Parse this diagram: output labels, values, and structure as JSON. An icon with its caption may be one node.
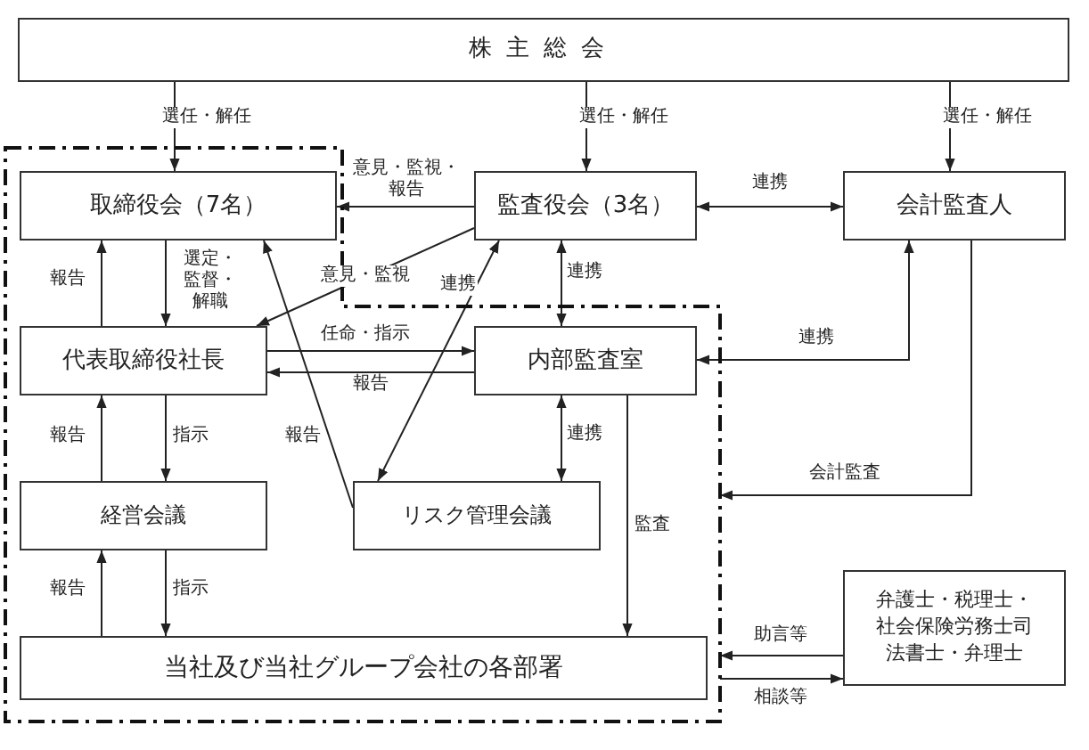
{
  "diagram": {
    "nodes": [
      {
        "text": [
          "株主総会"
        ]
      },
      {
        "text": [],
        "shape": "box"
      },
      {
        "text": [
          "取締役会（7名）"
        ],
        "in": 1
      },
      {
        "text": [
          "監査役会（3名）"
        ]
      },
      {
        "text": [
          "会計監査人"
        ]
      },
      {
        "text": [
          "代表取締役社長"
        ],
        "in": 1
      },
      {
        "text": [
          "内部監査室"
        ],
        "in": 1
      },
      {
        "text": [
          "経営会議"
        ],
        "in": 1
      },
      {
        "text": [
          "リスク管理会議"
        ],
        "in": 1
      },
      {
        "text": [
          "当社及び当社グループ会社の各部署"
        ],
        "in": 1
      },
      {
        "text": [
          "弁護士・税理士・社会保険労務士司法書士・弁理士"
        ]
      }
    ],
    "edges": [
      {
        "from": 0,
        "to": 2,
        "arrow": "to",
        "label": "選任・解任"
      },
      {
        "from": 0,
        "to": 3,
        "arrow": "to",
        "label": "選任・解任"
      },
      {
        "from": 0,
        "to": 4,
        "arrow": "to",
        "label": "選任・解任"
      },
      {
        "from": 3,
        "to": 2,
        "arrow": "to",
        "label": "意見・監視・報告"
      },
      {
        "from": 3,
        "to": 5,
        "arrow": "to",
        "label": "意見・監視"
      },
      {
        "from": 3,
        "to": 4,
        "arrow": "both",
        "label": "連携"
      },
      {
        "from": 3,
        "to": 6,
        "arrow": "both",
        "label": "連携"
      },
      {
        "from": 8,
        "to": 3,
        "arrow": "both",
        "label": "連携"
      },
      {
        "from": 5,
        "to": 2,
        "arrow": "to",
        "label": "報告"
      },
      {
        "from": 2,
        "to": 5,
        "arrow": "to",
        "label": "選定・監督・解職"
      },
      {
        "from": 8,
        "to": 2,
        "arrow": "to",
        "label": "報告"
      },
      {
        "from": 5,
        "to": 6,
        "arrow": "to",
        "label": "任命・指示"
      },
      {
        "from": 6,
        "to": 5,
        "arrow": "to",
        "label": "報告"
      },
      {
        "from": 4,
        "to": 6,
        "arrow": "both",
        "label": "連携"
      },
      {
        "from": 6,
        "to": 8,
        "arrow": "both",
        "label": "連携"
      },
      {
        "from": 4,
        "to": 1,
        "arrow": "to",
        "label": "会計監査"
      },
      {
        "from": 6,
        "to": 9,
        "arrow": "to",
        "label": "監査"
      },
      {
        "from": 7,
        "to": 5,
        "arrow": "to",
        "label": "報告"
      },
      {
        "from": 5,
        "to": 7,
        "arrow": "to",
        "label": "指示"
      },
      {
        "from": 9,
        "to": 7,
        "arrow": "to",
        "label": "報告"
      },
      {
        "from": 7,
        "to": 9,
        "arrow": "to",
        "label": "指示"
      },
      {
        "from": 10,
        "to": 1,
        "arrow": "to",
        "label": "助言等"
      },
      {
        "from": 1,
        "to": 10,
        "arrow": "to",
        "label": "相談等"
      }
    ]
  }
}
